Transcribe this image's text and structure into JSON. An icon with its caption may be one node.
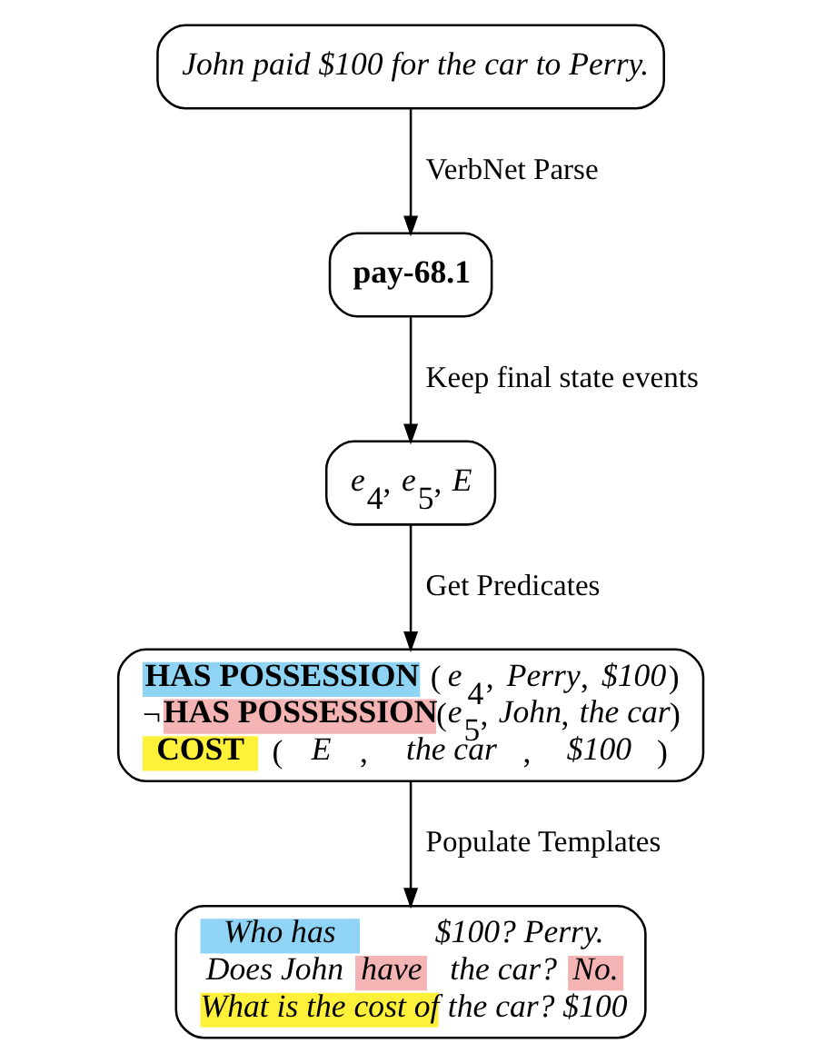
{
  "diagram": {
    "nodes": [
      {
        "text": [
          "John paid $100 for the car to Perry."
        ]
      },
      {
        "text": [
          "pay-68.1"
        ]
      },
      {
        "text": [
          "*e*$_{4}$, *e*$_{5}$, *E*"
        ]
      },
      {
        "text": [
          "**HAS POSSESSION** (*e*$_{4}$, *Perry*, *$100*)",
          "¬**HAS POSSESSION**(*e*$_{5}$, *John*, *the car*)",
          "**COST**(*E*, *the car*, *$100*)"
        ]
      },
      {
        "text": [
          "Who has $100? Perry.",
          "Does John have the car? No.",
          "What is the cost of the car? $100"
        ]
      }
    ],
    "edges": [
      {
        "from": 0,
        "to": 1,
        "arrow": "to",
        "label": "VerbNet Parse"
      },
      {
        "from": 1,
        "to": 2,
        "arrow": "to",
        "label": "Keep final state events"
      },
      {
        "from": 2,
        "to": 3,
        "arrow": "to",
        "label": "Get Predicates"
      },
      {
        "from": 3,
        "to": 4,
        "arrow": "to",
        "label": "Populate Templates"
      }
    ]
  }
}
